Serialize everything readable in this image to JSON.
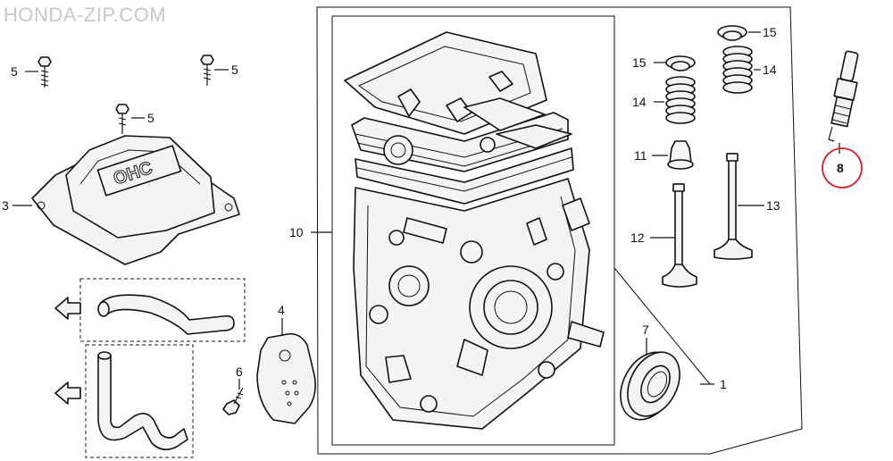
{
  "watermark": "HONDA-ZIP.COM",
  "callouts": {
    "bolt_left": "5",
    "bolt_right": "5",
    "bolt_cover": "5",
    "head_cover": "3",
    "gasket": "4",
    "flange_bolt": "6",
    "cylinder_assembly": "10",
    "barrel_assembly": "1",
    "oil_seal": "7",
    "spark_plug": "8",
    "retainer_upper": "15",
    "retainer_lower": "15",
    "spring_upper": "14",
    "spring_lower": "14",
    "valve_seal": "11",
    "valve_intake": "12",
    "valve_exhaust": "13"
  },
  "highlight_color": "#d9222a",
  "logo_text": "OHC"
}
